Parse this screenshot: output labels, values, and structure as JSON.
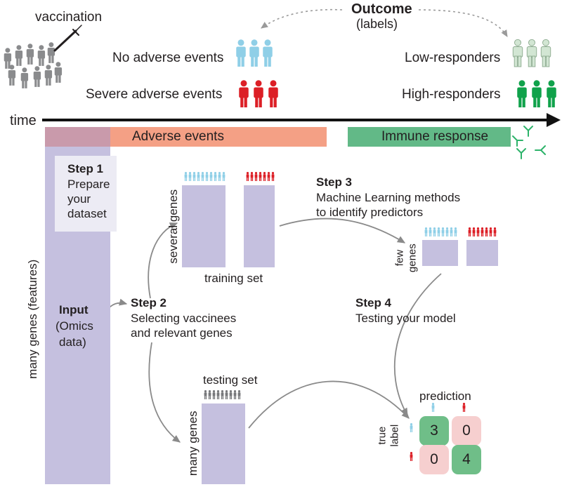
{
  "header": {
    "vaccination": "vaccination",
    "outcome_title": "Outcome",
    "outcome_sub": "(labels)",
    "time": "time",
    "no_adverse": "No adverse events",
    "severe_adverse": "Severe adverse events",
    "low_responders": "Low-responders",
    "high_responders": "High-responders"
  },
  "bands": {
    "adverse": "Adverse events",
    "immune": "Immune response"
  },
  "left": {
    "step1_title": "Step 1",
    "step1_lines": [
      "Prepare",
      "your",
      "dataset"
    ],
    "input_title": "Input",
    "input_lines": [
      "(Omics",
      "data)"
    ],
    "features_label": "many genes (features)"
  },
  "steps": {
    "step2_title": "Step 2",
    "step2_lines": [
      "Selecting vaccinees",
      "and relevant genes"
    ],
    "step3_title": "Step 3",
    "step3_lines": [
      "Machine Learning methods",
      "to identify predictors"
    ],
    "step4_title": "Step 4",
    "step4_lines": [
      "Testing your model"
    ]
  },
  "sets": {
    "training": "training set",
    "several_genes": "several genes",
    "few_genes": [
      "few",
      "genes"
    ],
    "testing": "testing set",
    "many_genes": "many genes"
  },
  "matrix": {
    "prediction": "prediction",
    "true_label": [
      "true",
      "label"
    ],
    "cells": [
      "3",
      "0",
      "0",
      "4"
    ]
  },
  "colors": {
    "blue_people": "#8fcfe7",
    "red_people": "#dc1f26",
    "pale_green_people": "#d2e6d3",
    "green_people": "#10a24b",
    "gray_people": "#77787b",
    "adverse_band": "#f4a085",
    "immune_band": "#62b987",
    "purple_bar": "#c5c0df",
    "cell_green": "#6fbe88",
    "cell_pink": "#f6cfcf"
  }
}
